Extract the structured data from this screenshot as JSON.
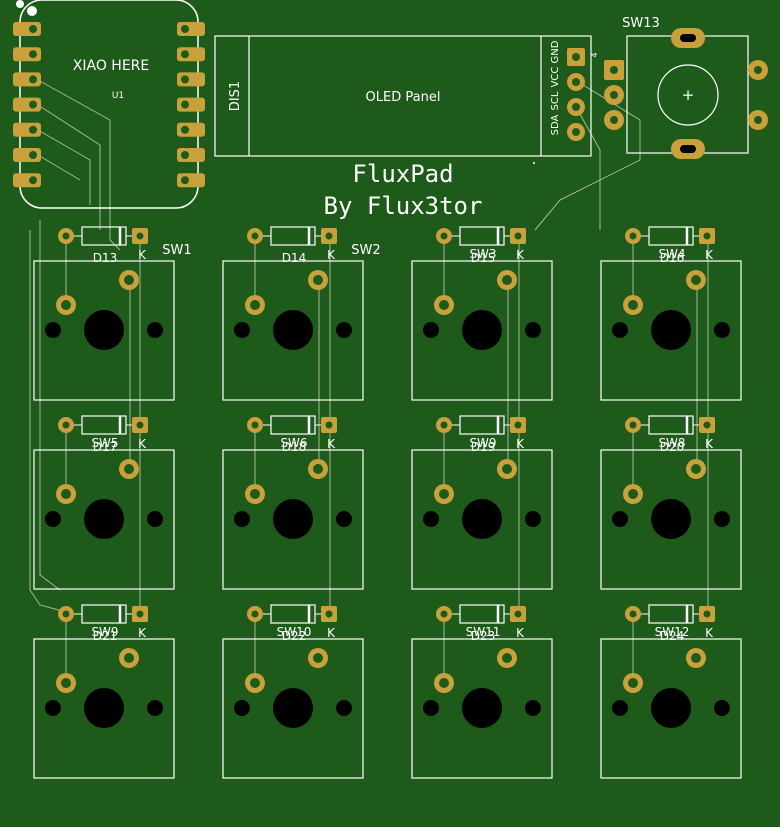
{
  "mcu": {
    "label": "XIAO HERE",
    "ref": "U1"
  },
  "oled": {
    "ref": "DIS1",
    "label": "OLED Panel",
    "pins": [
      "SDA",
      "SCL",
      "VCC",
      "GND"
    ],
    "pin1_mark": "4"
  },
  "encoder": {
    "ref": "SW13"
  },
  "title": {
    "line1": "FluxPad",
    "line2": "By Flux3tor"
  },
  "diode_cathode": "K",
  "keys": [
    {
      "sw": "SW1",
      "diode": "D13"
    },
    {
      "sw": "SW2",
      "diode": "D14"
    },
    {
      "sw": "SW3",
      "diode": "D15"
    },
    {
      "sw": "SW4",
      "diode": "D16"
    },
    {
      "sw": "SW5",
      "diode": "D17"
    },
    {
      "sw": "SW6",
      "diode": "D18"
    },
    {
      "sw": "SW9",
      "diode": "D19"
    },
    {
      "sw": "SW8",
      "diode": "D20"
    },
    {
      "sw": "SW9",
      "diode": "D21"
    },
    {
      "sw": "SW10",
      "diode": "D22"
    },
    {
      "sw": "SW11",
      "diode": "D23"
    },
    {
      "sw": "SW12",
      "diode": "D24"
    }
  ],
  "colors": {
    "board": "#1e5a1a",
    "silk": "#ffffff",
    "pad": "#c8a03c",
    "trace": "#a7b89a"
  }
}
